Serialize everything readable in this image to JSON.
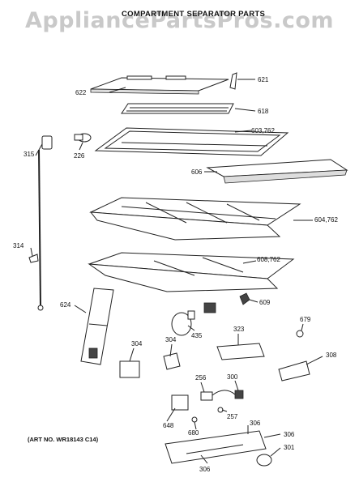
{
  "watermark": "AppliancePartsPros.com",
  "title": "COMPARTMENT SEPARATOR PARTS",
  "art_number": "(ART NO. WR18143 C14)",
  "part_labels": {
    "p622": "622",
    "p621": "621",
    "p618": "618",
    "p603": "603,762",
    "p315": "315",
    "p226": "226",
    "p606": "606",
    "p604": "604,762",
    "p314": "314",
    "p608": "608,762",
    "p624": "624",
    "p609": "609",
    "p679": "679",
    "p435": "435",
    "p304a": "304",
    "p304b": "304",
    "p323": "323",
    "p308": "308",
    "p256": "256",
    "p300": "300",
    "p648": "648",
    "p257": "257",
    "p680": "680",
    "p306a": "306",
    "p306b": "306",
    "p306c": "306",
    "p301": "301"
  }
}
